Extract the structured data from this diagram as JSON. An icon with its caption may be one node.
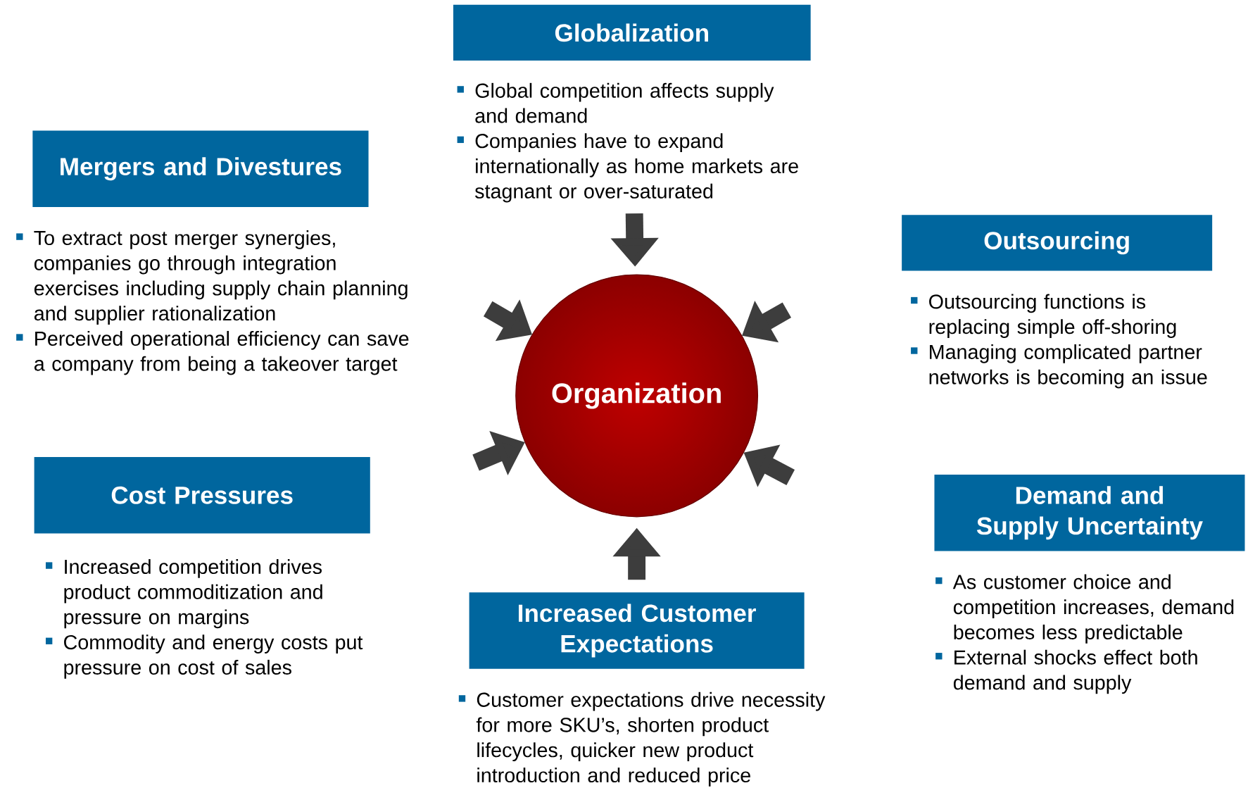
{
  "diagram": {
    "nodes": [
      {
        "text": [
          "Globalization"
        ],
        "beside": [
          "Global competition affects supply and demand",
          "Companies have to expand internationally as home markets are stagnant or over-saturated"
        ]
      },
      {
        "text": [
          "Mergers and Divestures"
        ],
        "beside": [
          "To extract post merger synergies, companies go through integration exercises including supply chain planning and supplier rationalization",
          "Perceived operational efficiency can save a company from being a takeover target"
        ]
      },
      {
        "text": [
          "Outsourcing"
        ],
        "beside": [
          "Outsourcing functions is replacing simple off-shoring",
          "Managing complicated partner networks is becoming an issue"
        ]
      },
      {
        "text": [
          "Organization"
        ]
      },
      {
        "text": [
          "Cost Pressures"
        ],
        "beside": [
          "Increased competition drives product commoditization and pressure on margins",
          "Commodity and energy costs put pressure on cost of sales"
        ]
      },
      {
        "text": [
          "Demand and Supply Uncertainty"
        ],
        "beside": [
          "As customer choice and competition increases, demand becomes less predictable",
          "External shocks effect both demand and supply"
        ]
      },
      {
        "text": [
          "Increased Customer Expectations"
        ],
        "beside": [
          "Customer expectations drive necessity for more SKU’s, shorten product lifecycles, quicker new product introduction and reduced price"
        ]
      }
    ],
    "edges": [
      {
        "from": 0,
        "to": 3,
        "arrow": "to"
      },
      {
        "from": null,
        "to": 3,
        "arrow": "to"
      },
      {
        "from": null,
        "to": 3,
        "arrow": "to"
      },
      {
        "from": null,
        "to": 3,
        "arrow": "to"
      },
      {
        "from": null,
        "to": 3,
        "arrow": "to"
      },
      {
        "from": 6,
        "to": 3,
        "arrow": "to"
      }
    ]
  }
}
